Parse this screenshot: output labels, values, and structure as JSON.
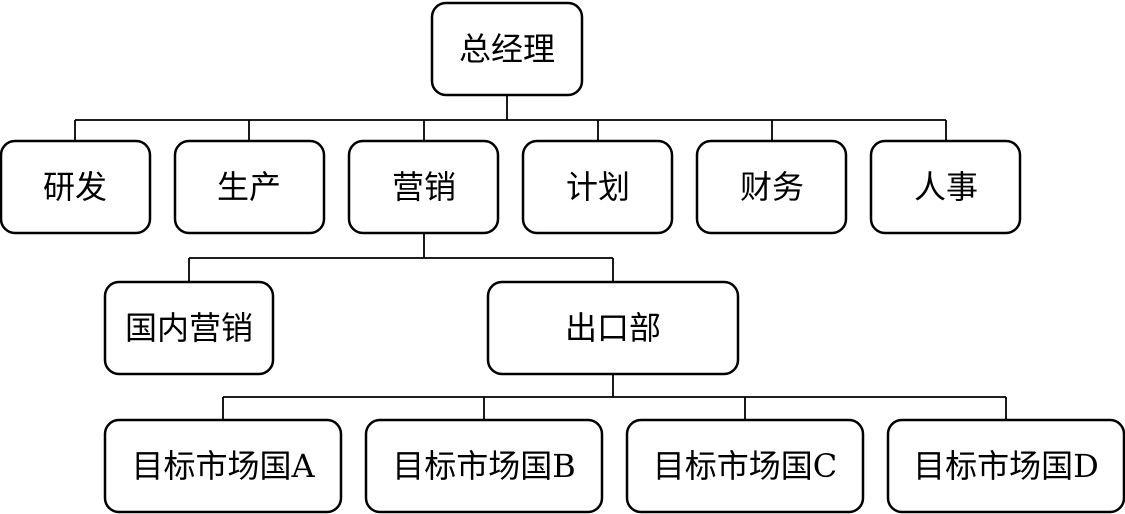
{
  "org_chart": {
    "root": "总经理",
    "departments": [
      "研发",
      "生产",
      "营销",
      "计划",
      "财务",
      "人事"
    ],
    "marketing_children": [
      "国内营销",
      "出口部"
    ],
    "export_children": [
      "目标市场国A",
      "目标市场国B",
      "目标市场国C",
      "目标市场国D"
    ]
  }
}
